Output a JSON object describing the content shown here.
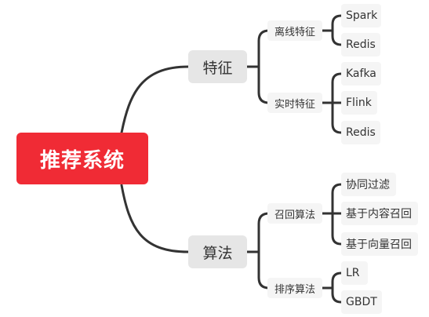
{
  "root": {
    "label": "推荐系统"
  },
  "branches": [
    {
      "label": "特征",
      "children": [
        {
          "label": "离线特征",
          "children": [
            "Spark",
            "Redis"
          ]
        },
        {
          "label": "实时特征",
          "children": [
            "Kafka",
            "Flink",
            "Redis"
          ]
        }
      ]
    },
    {
      "label": "算法",
      "children": [
        {
          "label": "召回算法",
          "children": [
            "协同过滤",
            "基于内容召回",
            "基于向量召回"
          ]
        },
        {
          "label": "排序算法",
          "children": [
            "LR",
            "GBDT"
          ]
        }
      ]
    }
  ],
  "colors": {
    "root_fill": "#f02b35",
    "root_text": "#ffffff",
    "level1_fill": "#e6e6e6",
    "level2_fill": "#f5f5f5",
    "connector": "#333333"
  }
}
